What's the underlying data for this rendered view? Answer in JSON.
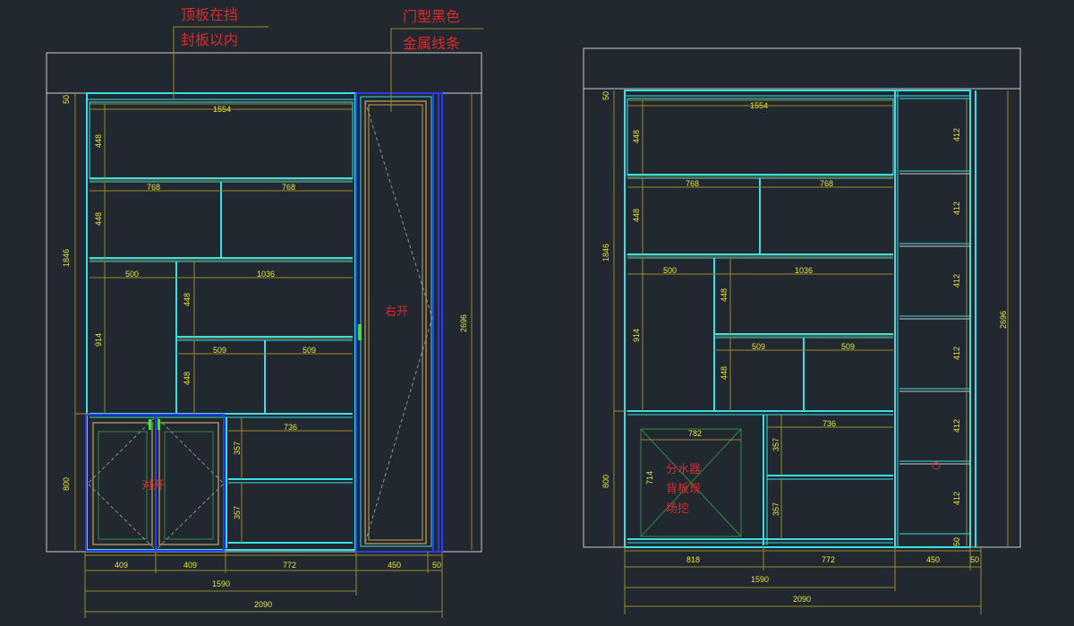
{
  "annotations": {
    "top_panel_note": [
      "顶板在挡",
      "封板以内"
    ],
    "door_note": [
      "门型黑色",
      "金属线条"
    ],
    "right_open": "右开",
    "double_open": "对开",
    "water_distributor": [
      "分水器",
      "背板现",
      "场挖"
    ]
  },
  "left_view": {
    "dims": {
      "d1554": "1554",
      "d768a": "768",
      "d768b": "768",
      "d500": "500",
      "d1036": "1036",
      "d509a": "509",
      "d509b": "509",
      "d736": "736",
      "v448a": "448",
      "v448b": "448",
      "v448c": "448",
      "v448d": "448",
      "v914": "914",
      "v357a": "357",
      "v357b": "357",
      "v50": "50",
      "v1846": "1846",
      "v800": "800",
      "v2696": "2696",
      "b409a": "409",
      "b409b": "409",
      "b772": "772",
      "b450": "450",
      "b50": "50",
      "b1590": "1590",
      "b2090": "2090"
    }
  },
  "right_view": {
    "dims": {
      "d1554": "1554",
      "d768a": "768",
      "d768b": "768",
      "d500": "500",
      "d1036": "1036",
      "d509a": "509",
      "d509b": "509",
      "d736": "736",
      "d782": "782",
      "v448a": "448",
      "v448b": "448",
      "v448c": "448",
      "v448d": "448",
      "v914": "914",
      "v714": "714",
      "v357a": "357",
      "v357b": "357",
      "v50": "50",
      "v1846": "1846",
      "v800": "800",
      "v2696": "2696",
      "r412a": "412",
      "r412b": "412",
      "r412c": "412",
      "r412d": "412",
      "r412e": "412",
      "r412f": "412",
      "r50": "50",
      "b818": "818",
      "b772": "772",
      "b450": "450",
      "b50": "50",
      "b1590": "1590",
      "b2090": "2090"
    }
  }
}
